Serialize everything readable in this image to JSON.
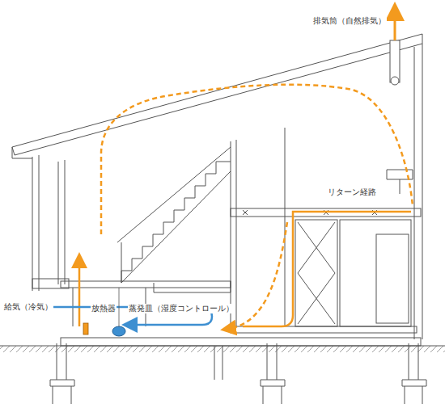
{
  "diagram": {
    "labels": [
      "排気筒（自然排気）",
      "リターン経路",
      "給気（冷気）",
      "放熱器",
      "蒸発皿（湿度コントロール）"
    ]
  }
}
